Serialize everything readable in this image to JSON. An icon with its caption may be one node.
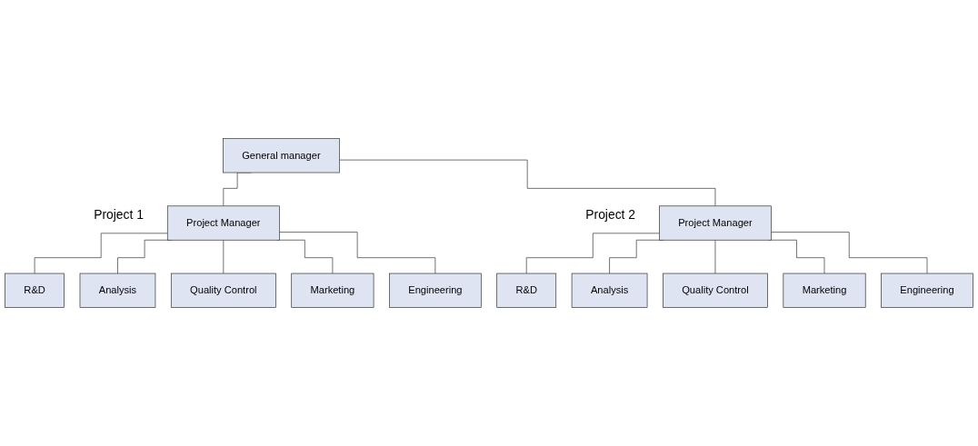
{
  "diagram": {
    "nodes": [
      {
        "text": [
          "General manager"
        ]
      },
      {
        "text": [
          "Project Manager"
        ],
        "beside": [
          "Project 1"
        ]
      },
      {
        "text": [
          "R&D"
        ]
      },
      {
        "text": [
          "Analysis"
        ]
      },
      {
        "text": [
          "Quality Control"
        ]
      },
      {
        "text": [
          "Marketing"
        ]
      },
      {
        "text": [
          "Engineering"
        ]
      },
      {
        "text": [
          "Project Manager"
        ],
        "beside": [
          "Project 2"
        ]
      },
      {
        "text": [
          "R&D"
        ]
      },
      {
        "text": [
          "Analysis"
        ]
      },
      {
        "text": [
          "Quality Control"
        ]
      },
      {
        "text": [
          "Marketing"
        ]
      },
      {
        "text": [
          "Engineering"
        ]
      }
    ],
    "edges": [
      {
        "from": 0,
        "to": 1,
        "arrow": "none"
      },
      {
        "from": 0,
        "to": 7,
        "arrow": "none"
      },
      {
        "from": 1,
        "to": 2,
        "arrow": "none"
      },
      {
        "from": 1,
        "to": 3,
        "arrow": "none"
      },
      {
        "from": 1,
        "to": 4,
        "arrow": "none"
      },
      {
        "from": 1,
        "to": 5,
        "arrow": "none"
      },
      {
        "from": 1,
        "to": 6,
        "arrow": "none"
      },
      {
        "from": 7,
        "to": 8,
        "arrow": "none"
      },
      {
        "from": 7,
        "to": 9,
        "arrow": "none"
      },
      {
        "from": 7,
        "to": 10,
        "arrow": "none"
      },
      {
        "from": 7,
        "to": 11,
        "arrow": "none"
      },
      {
        "from": 7,
        "to": 12,
        "arrow": "none"
      }
    ]
  }
}
